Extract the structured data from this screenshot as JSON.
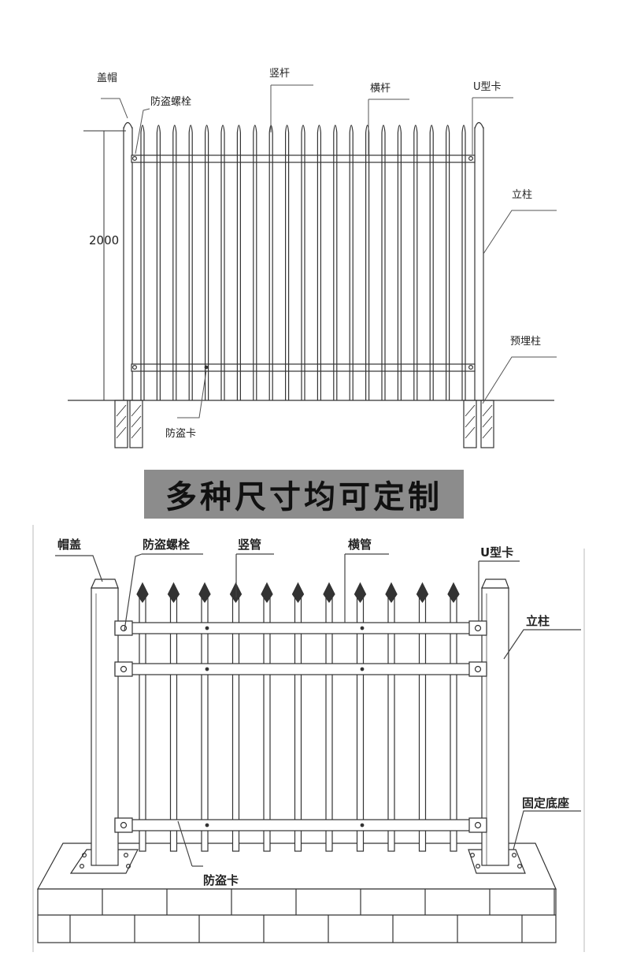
{
  "top_diagram": {
    "labels": {
      "cap": "盖帽",
      "bolt": "防盗螺栓",
      "vertical_bar": "竖杆",
      "horizontal_bar": "横杆",
      "u_clip": "U型卡",
      "post": "立柱",
      "embedded_post": "预埋柱",
      "antitheft_clip": "防盗卡"
    },
    "height_dimension": "2000"
  },
  "banner": {
    "text": "多种尺寸均可定制"
  },
  "bottom_diagram": {
    "labels": {
      "cap": "帽盖",
      "bolt": "防盗螺栓",
      "vertical_tube": "竖管",
      "horizontal_tube": "横管",
      "u_clip": "U型卡",
      "post": "立柱",
      "base": "固定底座",
      "antitheft_clip": "防盗卡"
    }
  }
}
